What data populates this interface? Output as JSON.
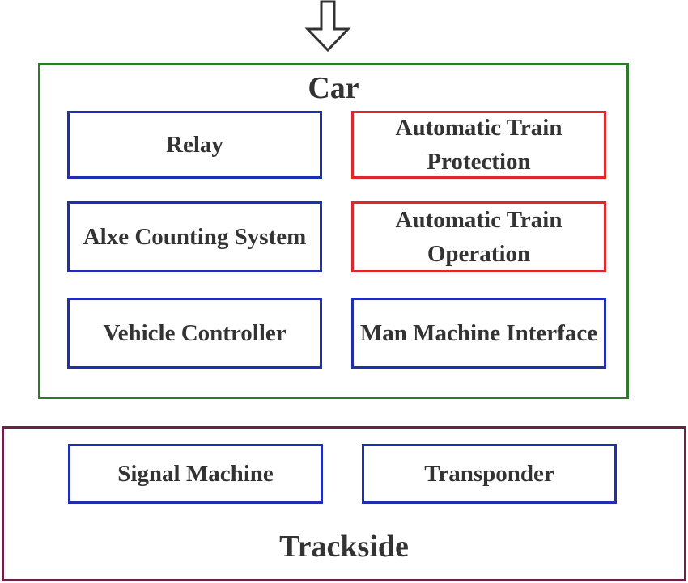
{
  "input_arrow": {
    "icon": "hollow-down-arrow-icon"
  },
  "car": {
    "title": "Car",
    "border_color": "#2e7a2a",
    "components": [
      {
        "label": "Relay",
        "border_color": "#1f2fb0"
      },
      {
        "label": "Automatic Train Protection",
        "border_color": "#e0282a"
      },
      {
        "label": "Alxe Counting System",
        "border_color": "#1f2fb0"
      },
      {
        "label": "Automatic Train Operation",
        "border_color": "#e0282a"
      },
      {
        "label": "Vehicle Controller",
        "border_color": "#1f2fb0"
      },
      {
        "label": "Man Machine Interface",
        "border_color": "#1f2fb0"
      }
    ]
  },
  "trackside": {
    "title": "Trackside",
    "border_color": "#6b2245",
    "components": [
      {
        "label": "Signal Machine",
        "border_color": "#1f2fb0"
      },
      {
        "label": "Transponder",
        "border_color": "#1f2fb0"
      }
    ]
  }
}
